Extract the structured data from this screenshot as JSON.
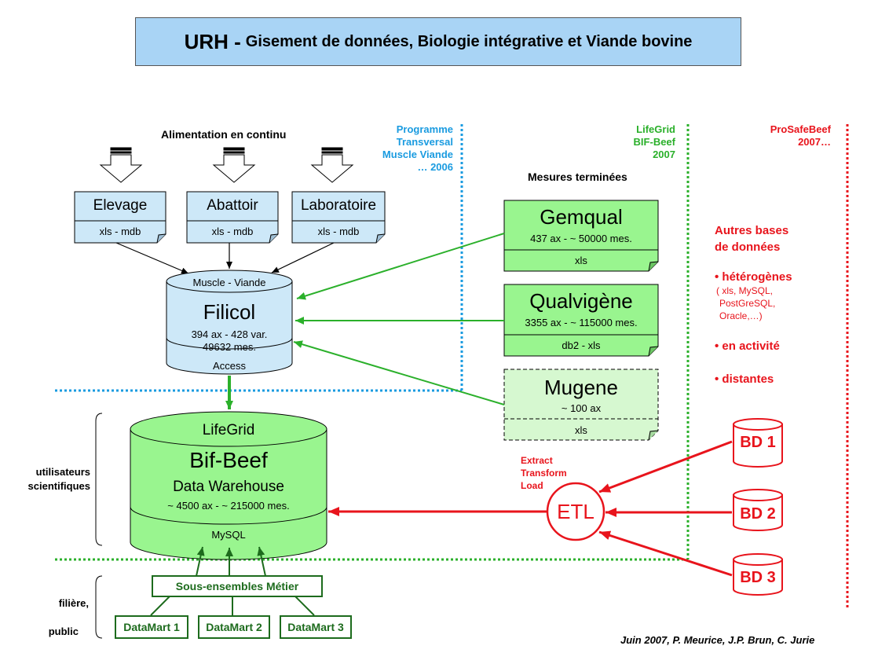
{
  "title": {
    "main": "URH -",
    "sub": "Gisement de données, Biologie intégrative et Viande bovine"
  },
  "feed_label": "Alimentation en continu",
  "sources": [
    {
      "name": "Elevage",
      "format": "xls - mdb"
    },
    {
      "name": "Abattoir",
      "format": "xls - mdb"
    },
    {
      "name": "Laboratoire",
      "format": "xls - mdb"
    }
  ],
  "filicol": {
    "top": "Muscle - Viande",
    "name": "Filicol",
    "line1": "394 ax - 428 var.",
    "line2": "49632 mes.",
    "bottom": "Access"
  },
  "programme": {
    "l1": "Programme",
    "l2": "Transversal",
    "l3": "Muscle Viande",
    "l4": "… 2006"
  },
  "lifegrid_label": {
    "l1": "LifeGrid",
    "l2": "BIF-Beef",
    "l3": "2007"
  },
  "prosafe": {
    "l1": "ProSafeBeef",
    "l2": "2007…"
  },
  "measures_label": "Mesures terminées",
  "measures": [
    {
      "name": "Gemqual",
      "stats": "437 ax - ~ 50000 mes.",
      "format": "xls"
    },
    {
      "name": "Qualvigène",
      "stats": "3355 ax - ~ 115000 mes.",
      "format": "db2 - xls"
    },
    {
      "name": "Mugene",
      "stats": "~ 100 ax",
      "format": "xls"
    }
  ],
  "other_dbs": {
    "title1": "Autres bases",
    "title2": "de données",
    "hetero": "• hétérogènes",
    "types1": "( xls, MySQL,",
    "types2": "PostGreSQL,",
    "types3": "Oracle,…)",
    "active": "• en activité",
    "remote": "• distantes"
  },
  "warehouse": {
    "top": "LifeGrid",
    "name": "Bif-Beef",
    "sub": "Data Warehouse",
    "stats": "~ 4500 ax - ~ 215000 mes.",
    "bottom": "MySQL"
  },
  "users": {
    "l1": "utilisateurs",
    "l2": "scientifiques"
  },
  "public": {
    "l1": "filière,",
    "l2": "public"
  },
  "etl": {
    "name": "ETL",
    "l1": "Extract",
    "l2": "Transform",
    "l3": "Load"
  },
  "bds": [
    "BD 1",
    "BD 2",
    "BD 3"
  ],
  "subsets": "Sous-ensembles Métier",
  "datamarts": [
    "DataMart 1",
    "DataMart 2",
    "DataMart 3"
  ],
  "credit": "Juin 2007, P. Meurice, J.P. Brun, C. Jurie",
  "colors": {
    "blue": "#1a9be0",
    "green": "#2bb02b",
    "red": "#e8141c",
    "lightblue": "#cde8f8",
    "lightgreen": "#99f58f",
    "darkgreen": "#1d6b1d"
  }
}
